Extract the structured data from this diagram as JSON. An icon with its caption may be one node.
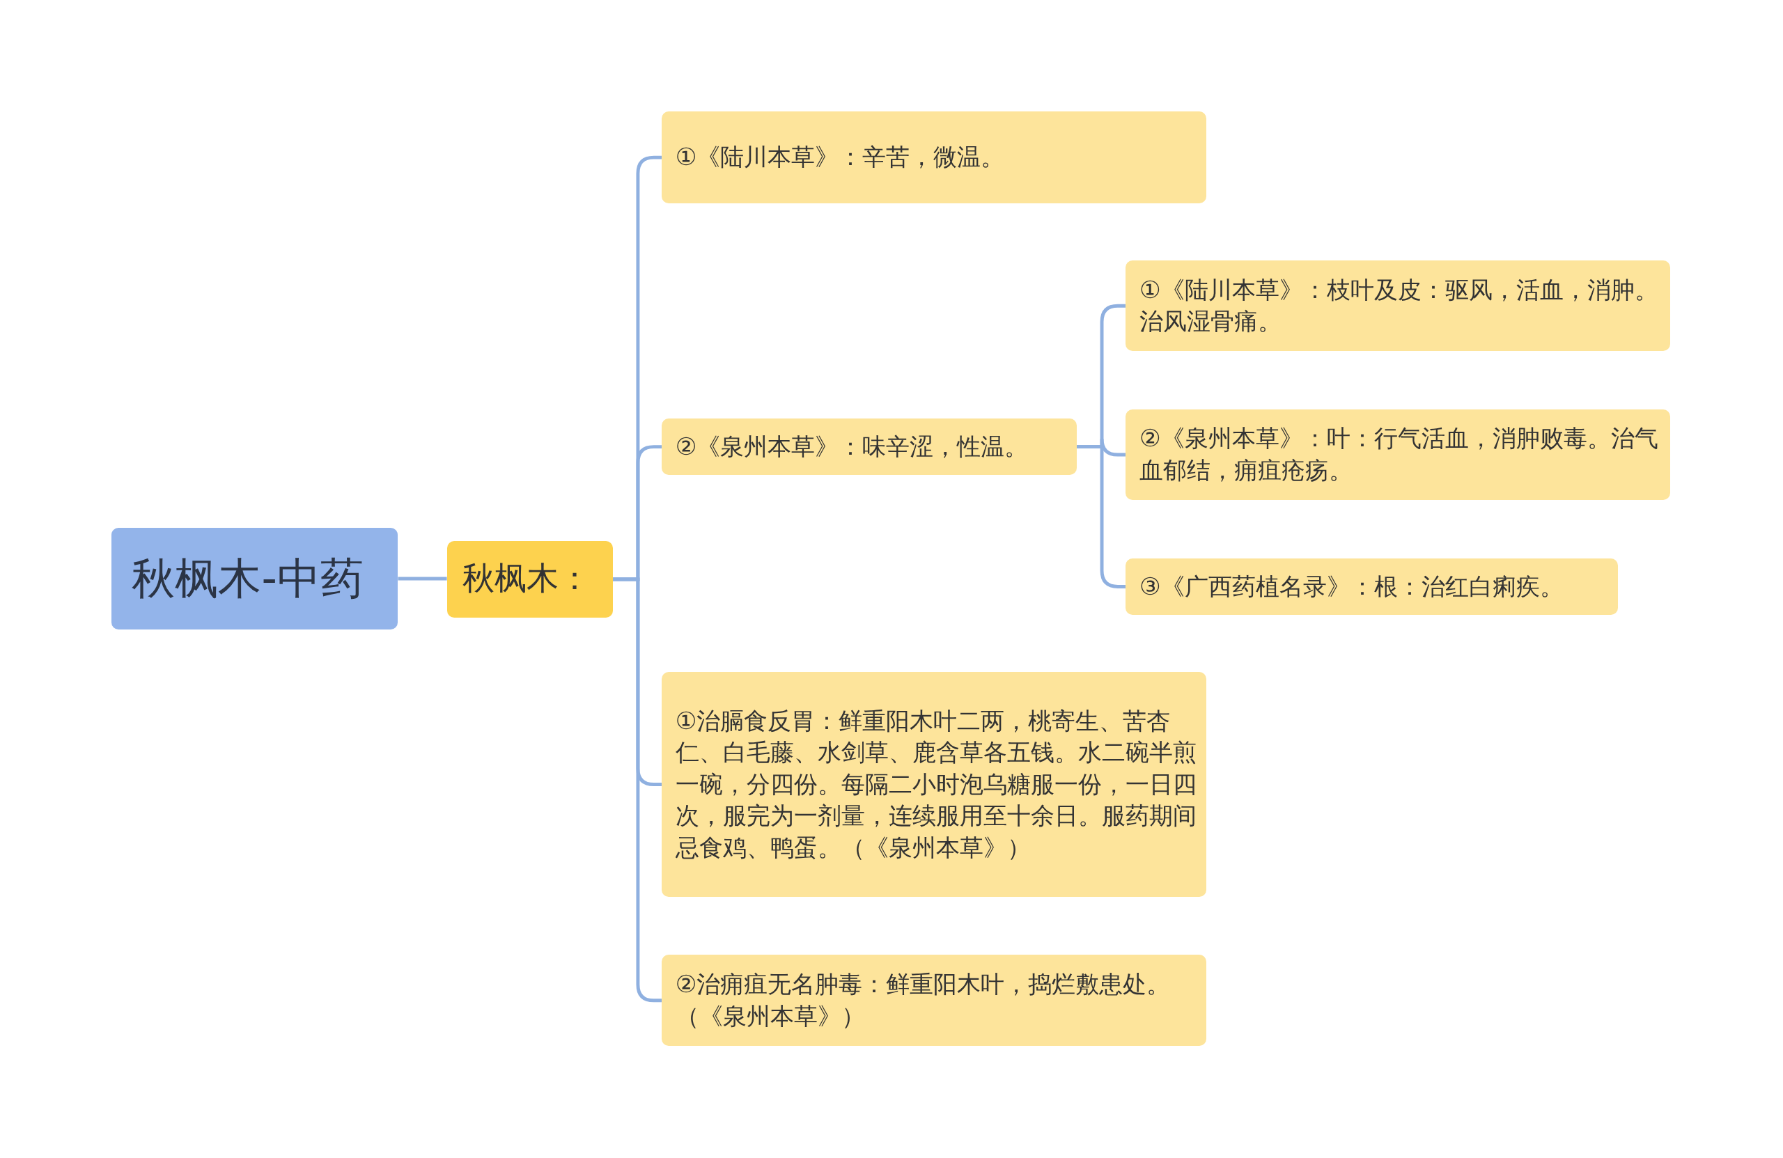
{
  "diagram": {
    "nodes": [
      {
        "text": [
          "秋枫木-中药"
        ]
      },
      {
        "text": [
          "秋枫木："
        ]
      },
      {
        "text": [
          "①《陆川本草》：辛苦，微温。"
        ]
      },
      {
        "text": [
          "②《泉州本草》：味辛涩，性温。"
        ]
      },
      {
        "text": [
          "①《陆川本草》：枝叶及皮：驱风，活血，消肿。治风湿骨痛。"
        ]
      },
      {
        "text": [
          "②《泉州本草》：叶：行气活血，消肿败毒。治气血郁结，痈疽疮疡。"
        ]
      },
      {
        "text": [
          "③《广西药植名录》：根：治红白痢疾。"
        ]
      },
      {
        "text": [
          "①治膈食反胃：鲜重阳木叶二两，桃寄生、苦杏仁、白毛藤、水剑草、鹿含草各五钱。水二碗半煎一碗，分四份。每隔二小时泡乌糖服一份，一日四次，服完为一剂量，连续服用至十余日。服药期间忌食鸡、鸭蛋。（《泉州本草》）"
        ]
      },
      {
        "text": [
          "②治痈疽无名肿毒：鲜重阳木叶，捣烂敷患处。（《泉州本草》）"
        ]
      }
    ],
    "edges": [
      {
        "from": 0,
        "to": 1,
        "arrow": "none"
      },
      {
        "from": 1,
        "to": 2,
        "arrow": "none"
      },
      {
        "from": 1,
        "to": 3,
        "arrow": "none"
      },
      {
        "from": 1,
        "to": 7,
        "arrow": "none"
      },
      {
        "from": 1,
        "to": 8,
        "arrow": "none"
      },
      {
        "from": 3,
        "to": 4,
        "arrow": "none"
      },
      {
        "from": 3,
        "to": 5,
        "arrow": "none"
      },
      {
        "from": 3,
        "to": 6,
        "arrow": "none"
      }
    ]
  }
}
